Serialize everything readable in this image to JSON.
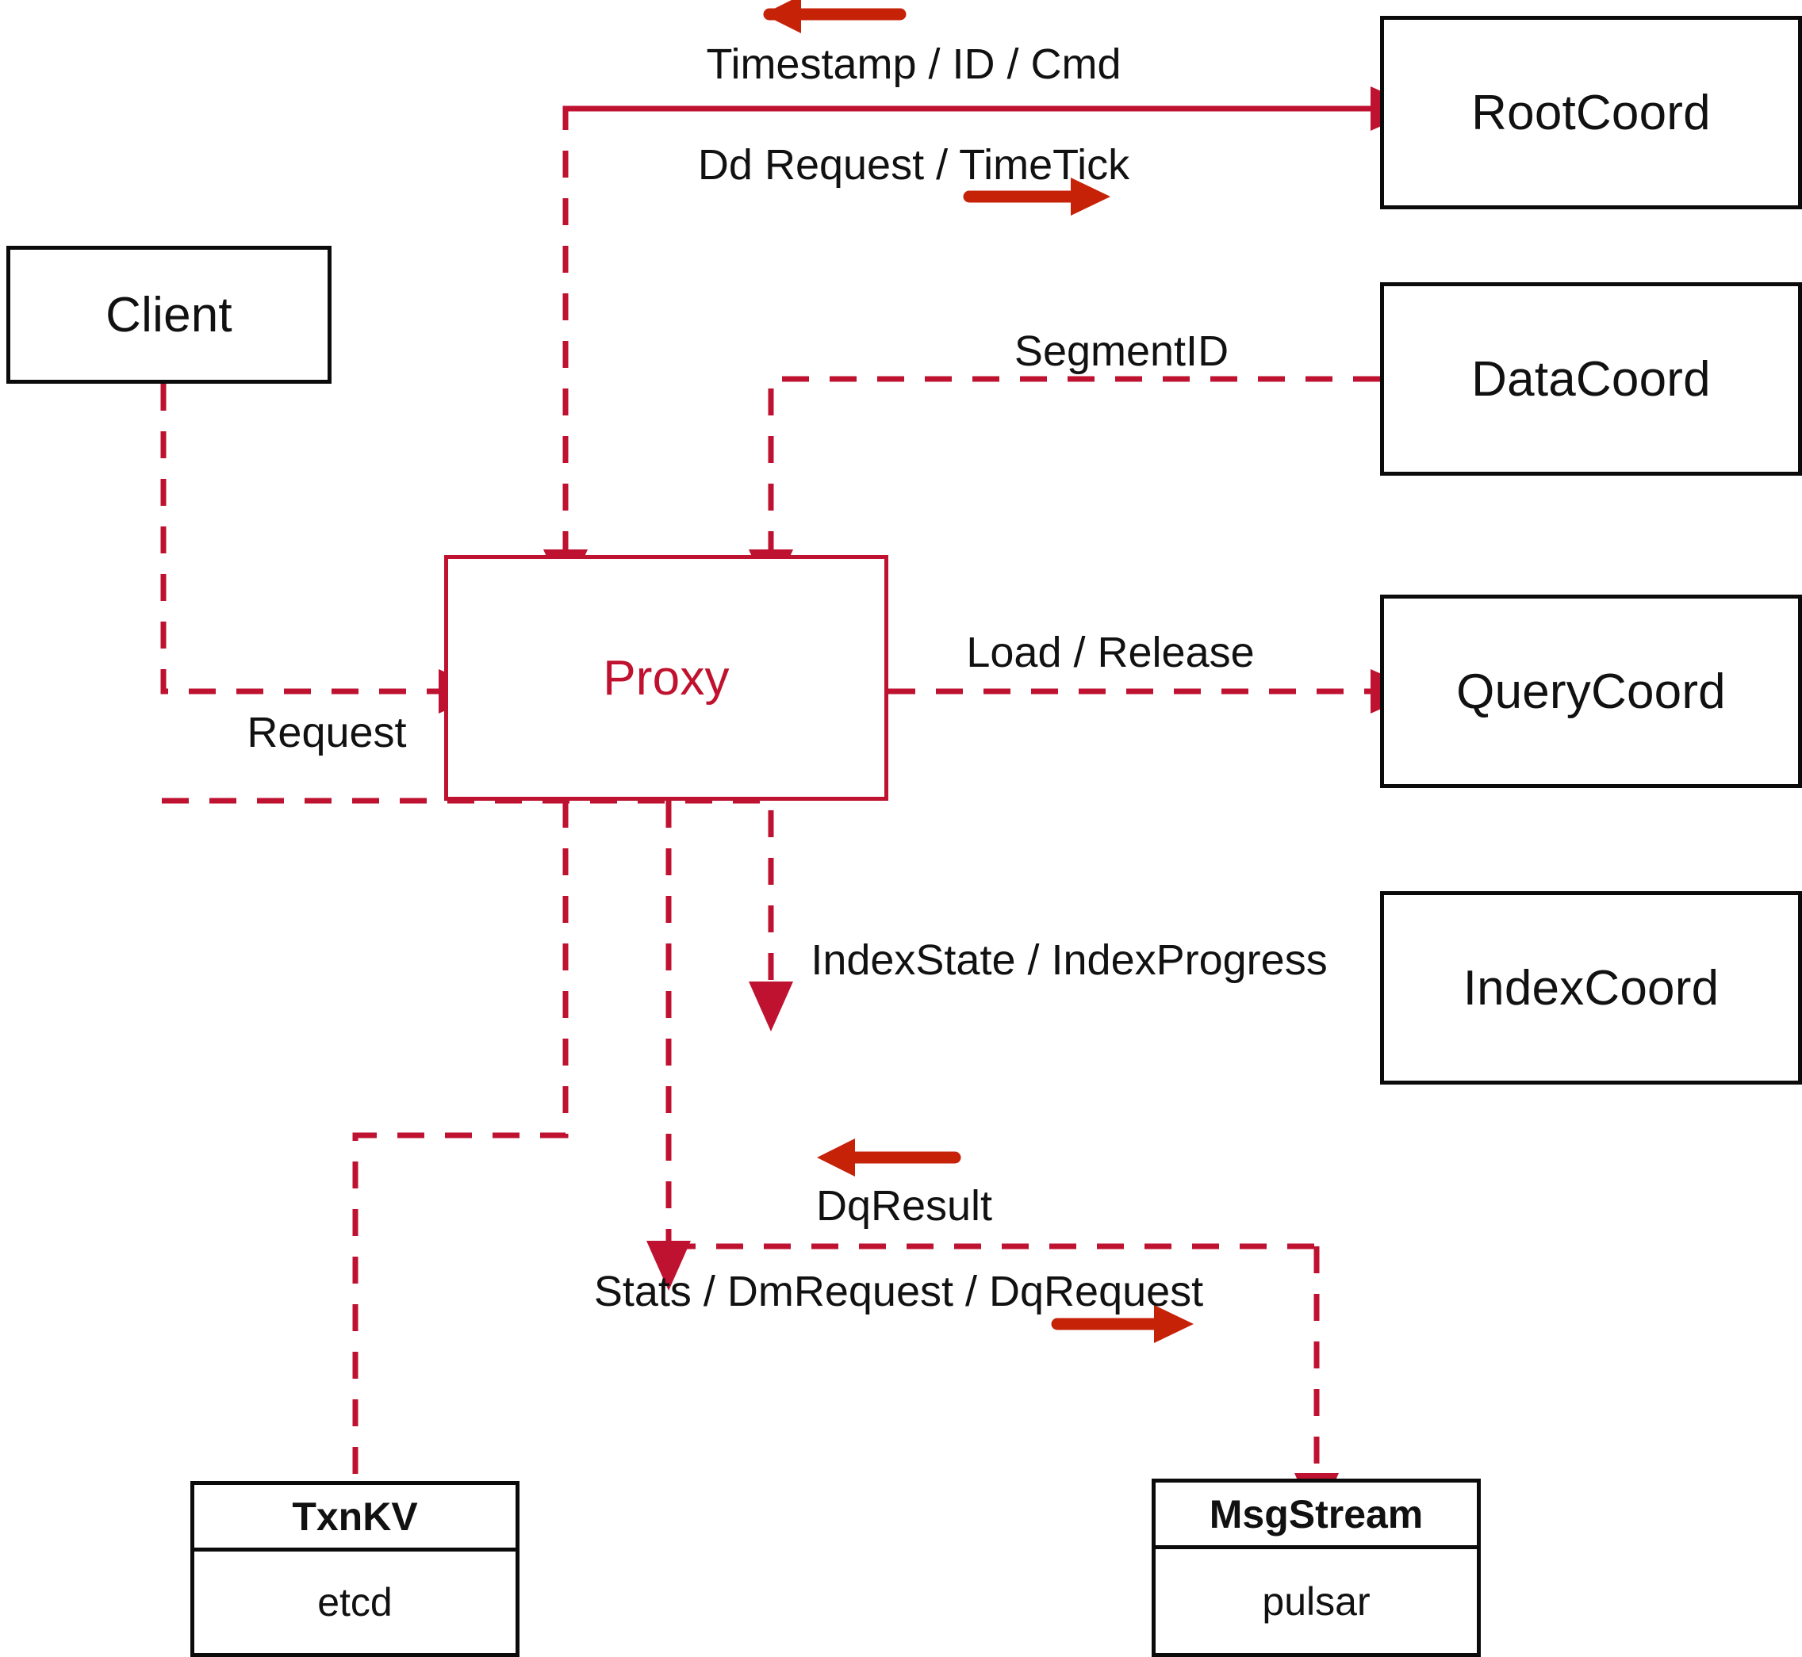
{
  "diagram": {
    "title": "Milvus Proxy interaction diagram",
    "colors": {
      "node_border": "#0b0b0b",
      "proxy_accent": "#BE1230",
      "dashed_edge": "#BE1230",
      "direction_arrow": "#C62208",
      "background": "#ffffff",
      "text": "#111111"
    }
  },
  "nodes": [
    {
      "id": "client",
      "label": "Client",
      "style": "plain"
    },
    {
      "id": "proxy",
      "label": "Proxy",
      "style": "accent"
    },
    {
      "id": "rootcoord",
      "label": "RootCoord",
      "style": "plain"
    },
    {
      "id": "datacoord",
      "label": "DataCoord",
      "style": "plain"
    },
    {
      "id": "querycoord",
      "label": "QueryCoord",
      "style": "plain"
    },
    {
      "id": "indexcoord",
      "label": "IndexCoord",
      "style": "plain"
    }
  ],
  "stores": [
    {
      "id": "txnkv",
      "title": "TxnKV",
      "impl": "etcd"
    },
    {
      "id": "msgstream",
      "title": "MsgStream",
      "impl": "pulsar"
    }
  ],
  "edges": [
    {
      "id": "e-timestamp",
      "label": "Timestamp / ID / Cmd",
      "from": "rootcoord",
      "to": "proxy",
      "direction": "left"
    },
    {
      "id": "e-ddrequest",
      "label": "Dd Request / TimeTick",
      "from": "proxy",
      "to": "rootcoord",
      "direction": "right"
    },
    {
      "id": "e-segmentid",
      "label": "SegmentID",
      "from": "datacoord",
      "to": "proxy",
      "direction": "left"
    },
    {
      "id": "e-loadrelease",
      "label": "Load / Release",
      "from": "proxy",
      "to": "querycoord",
      "direction": "right"
    },
    {
      "id": "e-indexstate",
      "label": "IndexState / IndexProgress",
      "from": "indexcoord",
      "to": "proxy",
      "direction": "left"
    },
    {
      "id": "e-request",
      "label": "Request",
      "from": "client",
      "to": "proxy",
      "direction": "right"
    },
    {
      "id": "e-dqresult",
      "label": "DqResult",
      "from": "msgstream",
      "to": "proxy",
      "direction": "left"
    },
    {
      "id": "e-dmrequest",
      "label": "Stats / DmRequest / DqRequest",
      "from": "proxy",
      "to": "msgstream",
      "direction": "right"
    },
    {
      "id": "e-txnkv",
      "label": "",
      "from": "proxy",
      "to": "txnkv",
      "direction": "none"
    }
  ]
}
